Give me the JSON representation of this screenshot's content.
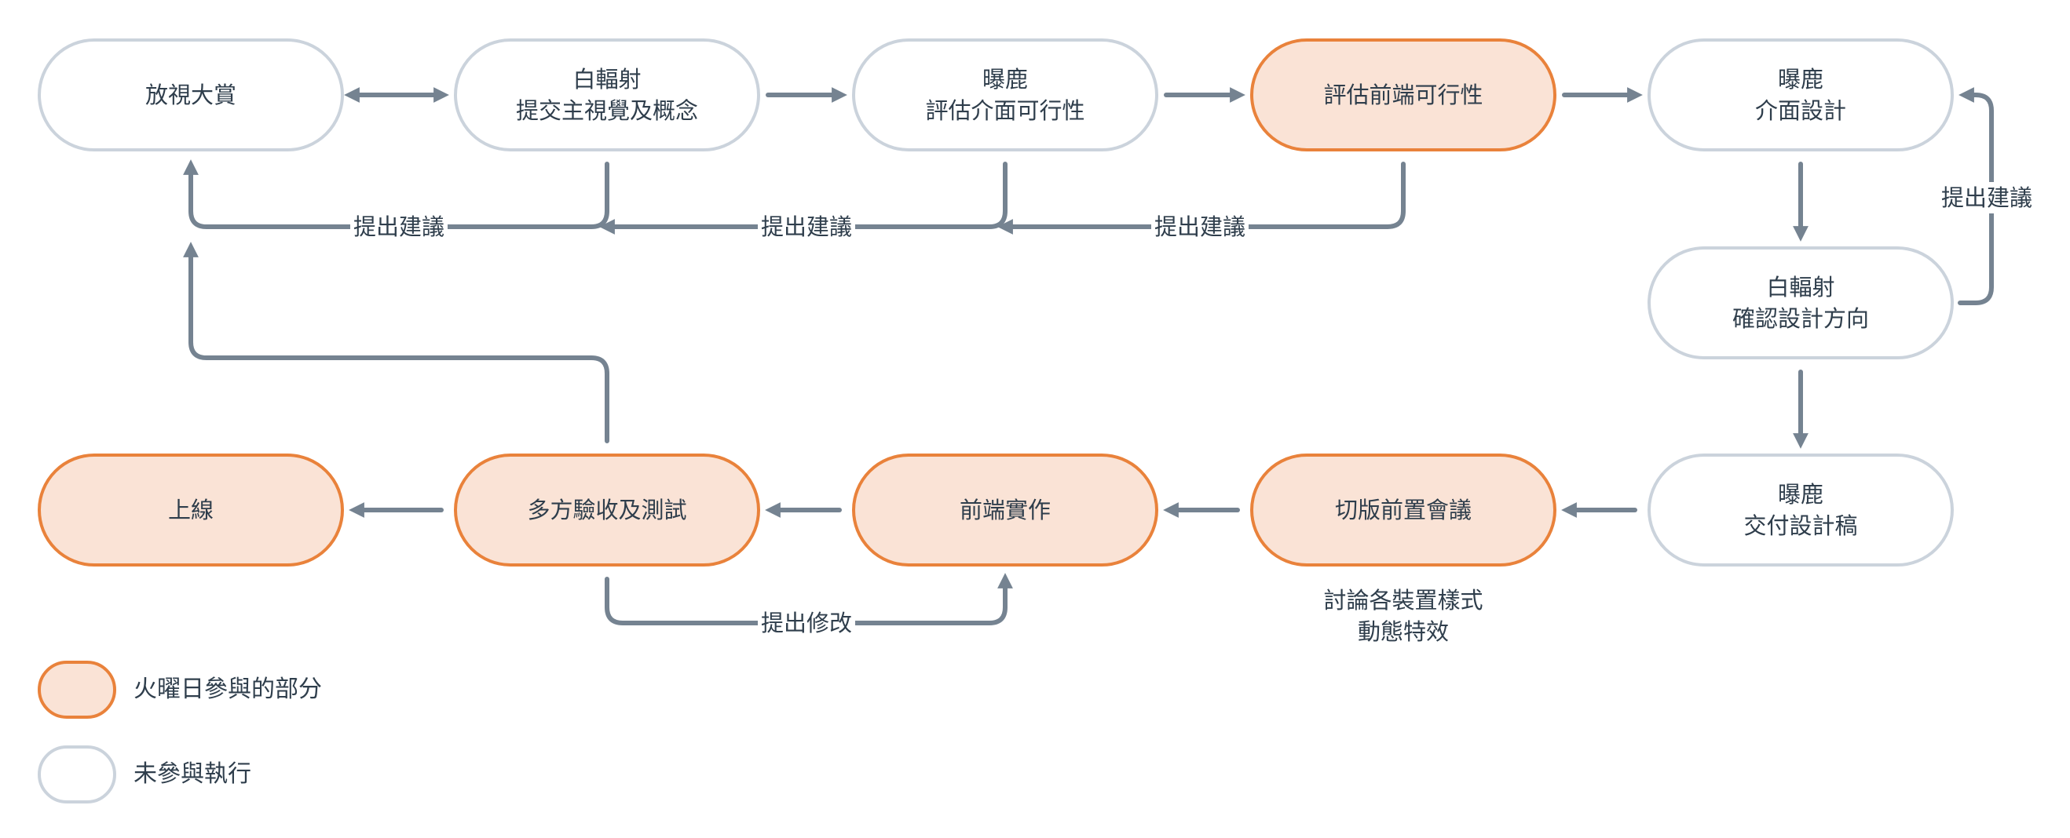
{
  "colors": {
    "arrow": "#758391",
    "active_fill": "#fae3d6",
    "active_border": "#e9823b",
    "inactive_border": "#cbd3dc",
    "text": "#2f3e4c"
  },
  "nodes": {
    "n1": {
      "lines": [
        "放視大賞"
      ],
      "status": "inactive"
    },
    "n2": {
      "lines": [
        "白輻射",
        "提交主視覺及概念"
      ],
      "status": "inactive"
    },
    "n3": {
      "lines": [
        "曝鹿",
        "評估介面可行性"
      ],
      "status": "inactive"
    },
    "n4": {
      "lines": [
        "評估前端可行性"
      ],
      "status": "active"
    },
    "n5": {
      "lines": [
        "曝鹿",
        "介面設計"
      ],
      "status": "inactive"
    },
    "n6": {
      "lines": [
        "白輻射",
        "確認設計方向"
      ],
      "status": "inactive"
    },
    "n7": {
      "lines": [
        "曝鹿",
        "交付設計稿"
      ],
      "status": "inactive"
    },
    "n8": {
      "lines": [
        "切版前置會議"
      ],
      "status": "active"
    },
    "n9": {
      "lines": [
        "前端實作"
      ],
      "status": "active"
    },
    "n10": {
      "lines": [
        "多方驗收及測試"
      ],
      "status": "active"
    },
    "n11": {
      "lines": [
        "上線"
      ],
      "status": "active"
    }
  },
  "edge_labels": {
    "suggest_1": "提出建議",
    "suggest_2": "提出建議",
    "suggest_3": "提出建議",
    "suggest_4": "提出建議",
    "modify": "提出修改"
  },
  "notes": {
    "meeting_topics": [
      "討論各裝置樣式",
      "動態特效"
    ]
  },
  "legend": {
    "participated": "火曜日參與的部分",
    "not_participated": "未參與執行"
  }
}
